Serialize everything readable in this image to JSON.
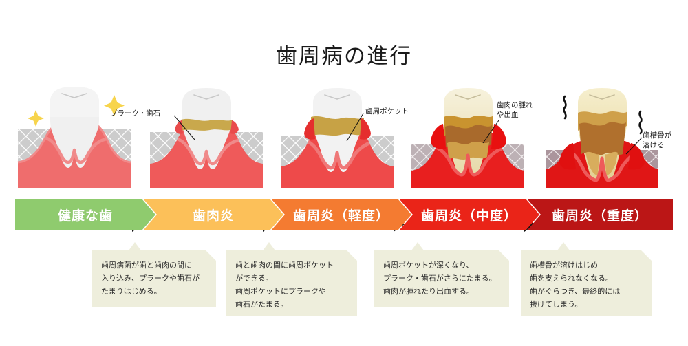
{
  "page": {
    "title": "歯周病の進行",
    "background_color": "#ffffff"
  },
  "illustrations": {
    "section_name": "periodontal-disease-progression-illustrations",
    "stages": [
      {
        "id": "healthy",
        "tooth_enamel_color": "#f0f0f0",
        "gum_color": "#ef6d6d",
        "bone_color": "#c9c9c9",
        "tartar_color": "none",
        "has_sparkles": true,
        "sparkle_color": "#f7d44c",
        "has_shake_marks": false
      },
      {
        "id": "gingivitis",
        "tooth_enamel_color": "#f0f0f0",
        "gum_color": "#ef5a5a",
        "bone_color": "#c9c9c9",
        "tartar_color": "#c9a84c",
        "has_sparkles": false,
        "has_shake_marks": false
      },
      {
        "id": "periodontitis-mild",
        "tooth_enamel_color": "#f2f2f2",
        "gum_color": "#ee4a4a",
        "bone_color": "#c9c9c9",
        "tartar_color": "#c7a245",
        "has_sparkles": false,
        "has_shake_marks": false
      },
      {
        "id": "periodontitis-moderate",
        "tooth_enamel_color": "#f2ecd0",
        "gum_color": "#e81f1f",
        "bone_color": "#b9aeb2",
        "tartar_color": "#b5762f",
        "has_sparkles": false,
        "has_shake_marks": false
      },
      {
        "id": "periodontitis-severe",
        "tooth_enamel_color": "#f2e8bf",
        "gum_color": "#e01616",
        "bone_color": "#a89199",
        "tartar_color": "#a96a2c",
        "has_sparkles": false,
        "has_shake_marks": true
      }
    ]
  },
  "annotations": [
    {
      "id": "plaque-tartar",
      "text": "プラーク・歯石"
    },
    {
      "id": "periodontal-pocket",
      "text": "歯周ポケット"
    },
    {
      "id": "gum-swelling",
      "text": "歯肉の腫れ\nや出血"
    },
    {
      "id": "bone-loss",
      "text": "歯槽骨が\n溶ける"
    }
  ],
  "stage_band": {
    "name": "progression-stage-band",
    "stages": [
      {
        "label": "健康な歯",
        "color": "#8fcb6e"
      },
      {
        "label": "歯肉炎",
        "color": "#fcc059"
      },
      {
        "label": "歯周炎（軽度）",
        "color": "#f47b31"
      },
      {
        "label": "歯周炎（中度）",
        "color": "#ea2418"
      },
      {
        "label": "歯周炎（重度）",
        "color": "#bb1616"
      }
    ]
  },
  "descriptions": {
    "box_color": "#eeeedc",
    "items": [
      {
        "id": "desc-gingivitis",
        "text": "歯周病菌が歯と歯肉の間に\n入り込み、プラークや歯石が\nたまりはじめる。"
      },
      {
        "id": "desc-periodontitis-mild",
        "text": "歯と歯肉の間に歯周ポケット\nができる。\n歯周ポケットにプラークや\n歯石がたまる。"
      },
      {
        "id": "desc-periodontitis-moderate",
        "text": "歯周ポケットが深くなり、\nプラーク・歯石がさらにたまる。\n歯肉が腫れたり出血する。"
      },
      {
        "id": "desc-periodontitis-severe",
        "text": "歯槽骨が溶けはじめ\n歯を支えられなくなる。\n歯がぐらつき、最終的には\n抜けてしまう。"
      }
    ]
  }
}
